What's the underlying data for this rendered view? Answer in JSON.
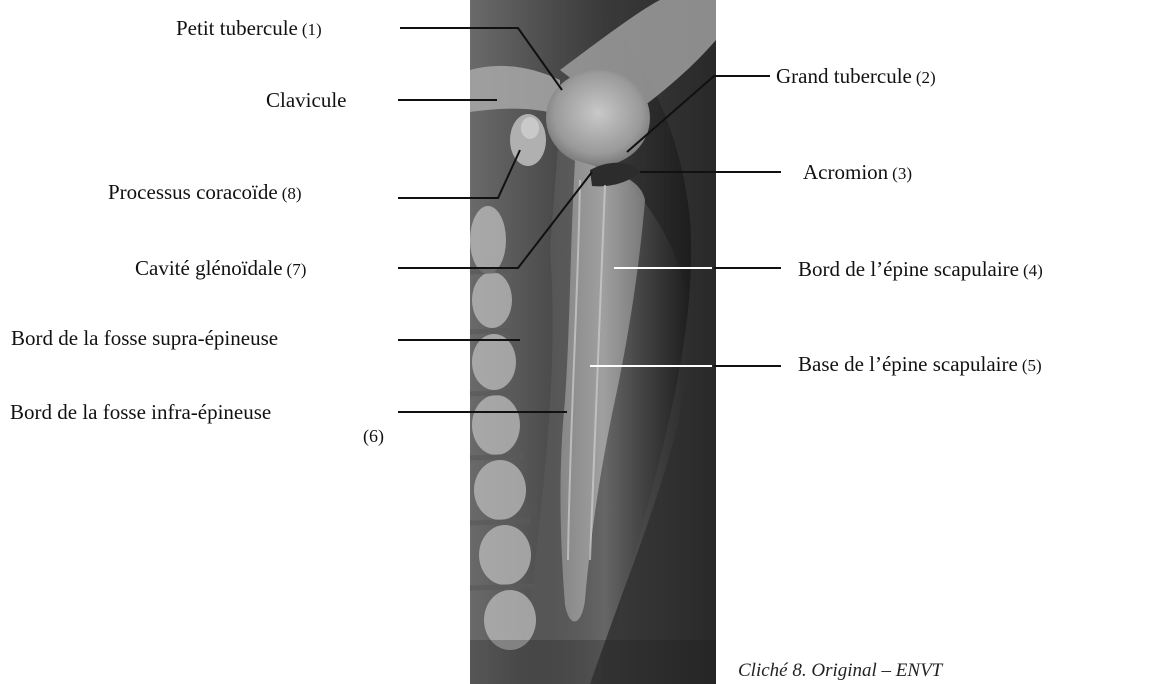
{
  "labels": {
    "petit_tubercule": {
      "name": "Petit tubercule",
      "num": "(1)"
    },
    "clavicule": {
      "name": "Clavicule"
    },
    "processus_coracoide": {
      "name": "Processus coracoïde",
      "num": "(8)"
    },
    "cavite_glenoidale": {
      "name": "Cavité glénoïdale",
      "num": "(7)"
    },
    "fosse_supra": {
      "name": "Bord de la fosse supra-épineuse"
    },
    "fosse_infra": {
      "name": "Bord de la fosse infra-épineuse",
      "num": "(6)"
    },
    "grand_tubercule": {
      "name": "Grand tubercule",
      "num": "(2)"
    },
    "acromion": {
      "name": "Acromion",
      "num": "(3)"
    },
    "bord_epine": {
      "name": "Bord de l’épine scapulaire",
      "num": "(4)"
    },
    "base_epine": {
      "name": "Base de l’épine scapulaire",
      "num": "(5)"
    }
  },
  "caption": "Cliché 8. Original – ENVT"
}
